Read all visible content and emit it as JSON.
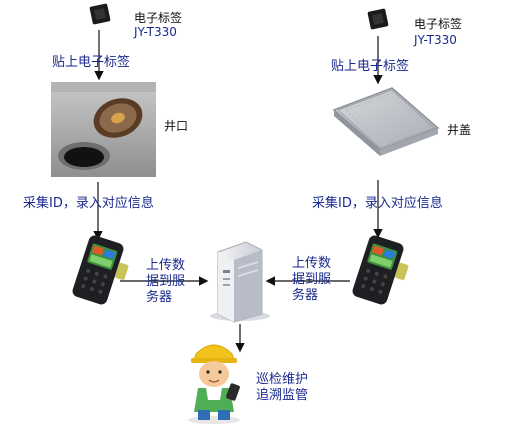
{
  "left": {
    "tag_name": "电子标签",
    "tag_model": "JY-T330",
    "attach_label": "贴上电子标签",
    "object_label": "井口",
    "collect_label": "采集ID，录入对应信息",
    "upload_label": "上传数据到服务器"
  },
  "right": {
    "tag_name": "电子标签",
    "tag_model": "JY-T330",
    "attach_label": "贴上电子标签",
    "object_label": "井盖",
    "collect_label": "采集ID，录入对应信息",
    "upload_label": "上传数据到服务器"
  },
  "bottom": {
    "patrol_label": "巡检维护追溯监管"
  },
  "colors": {
    "text": "#1a2a8c",
    "arrow": "#111111"
  }
}
